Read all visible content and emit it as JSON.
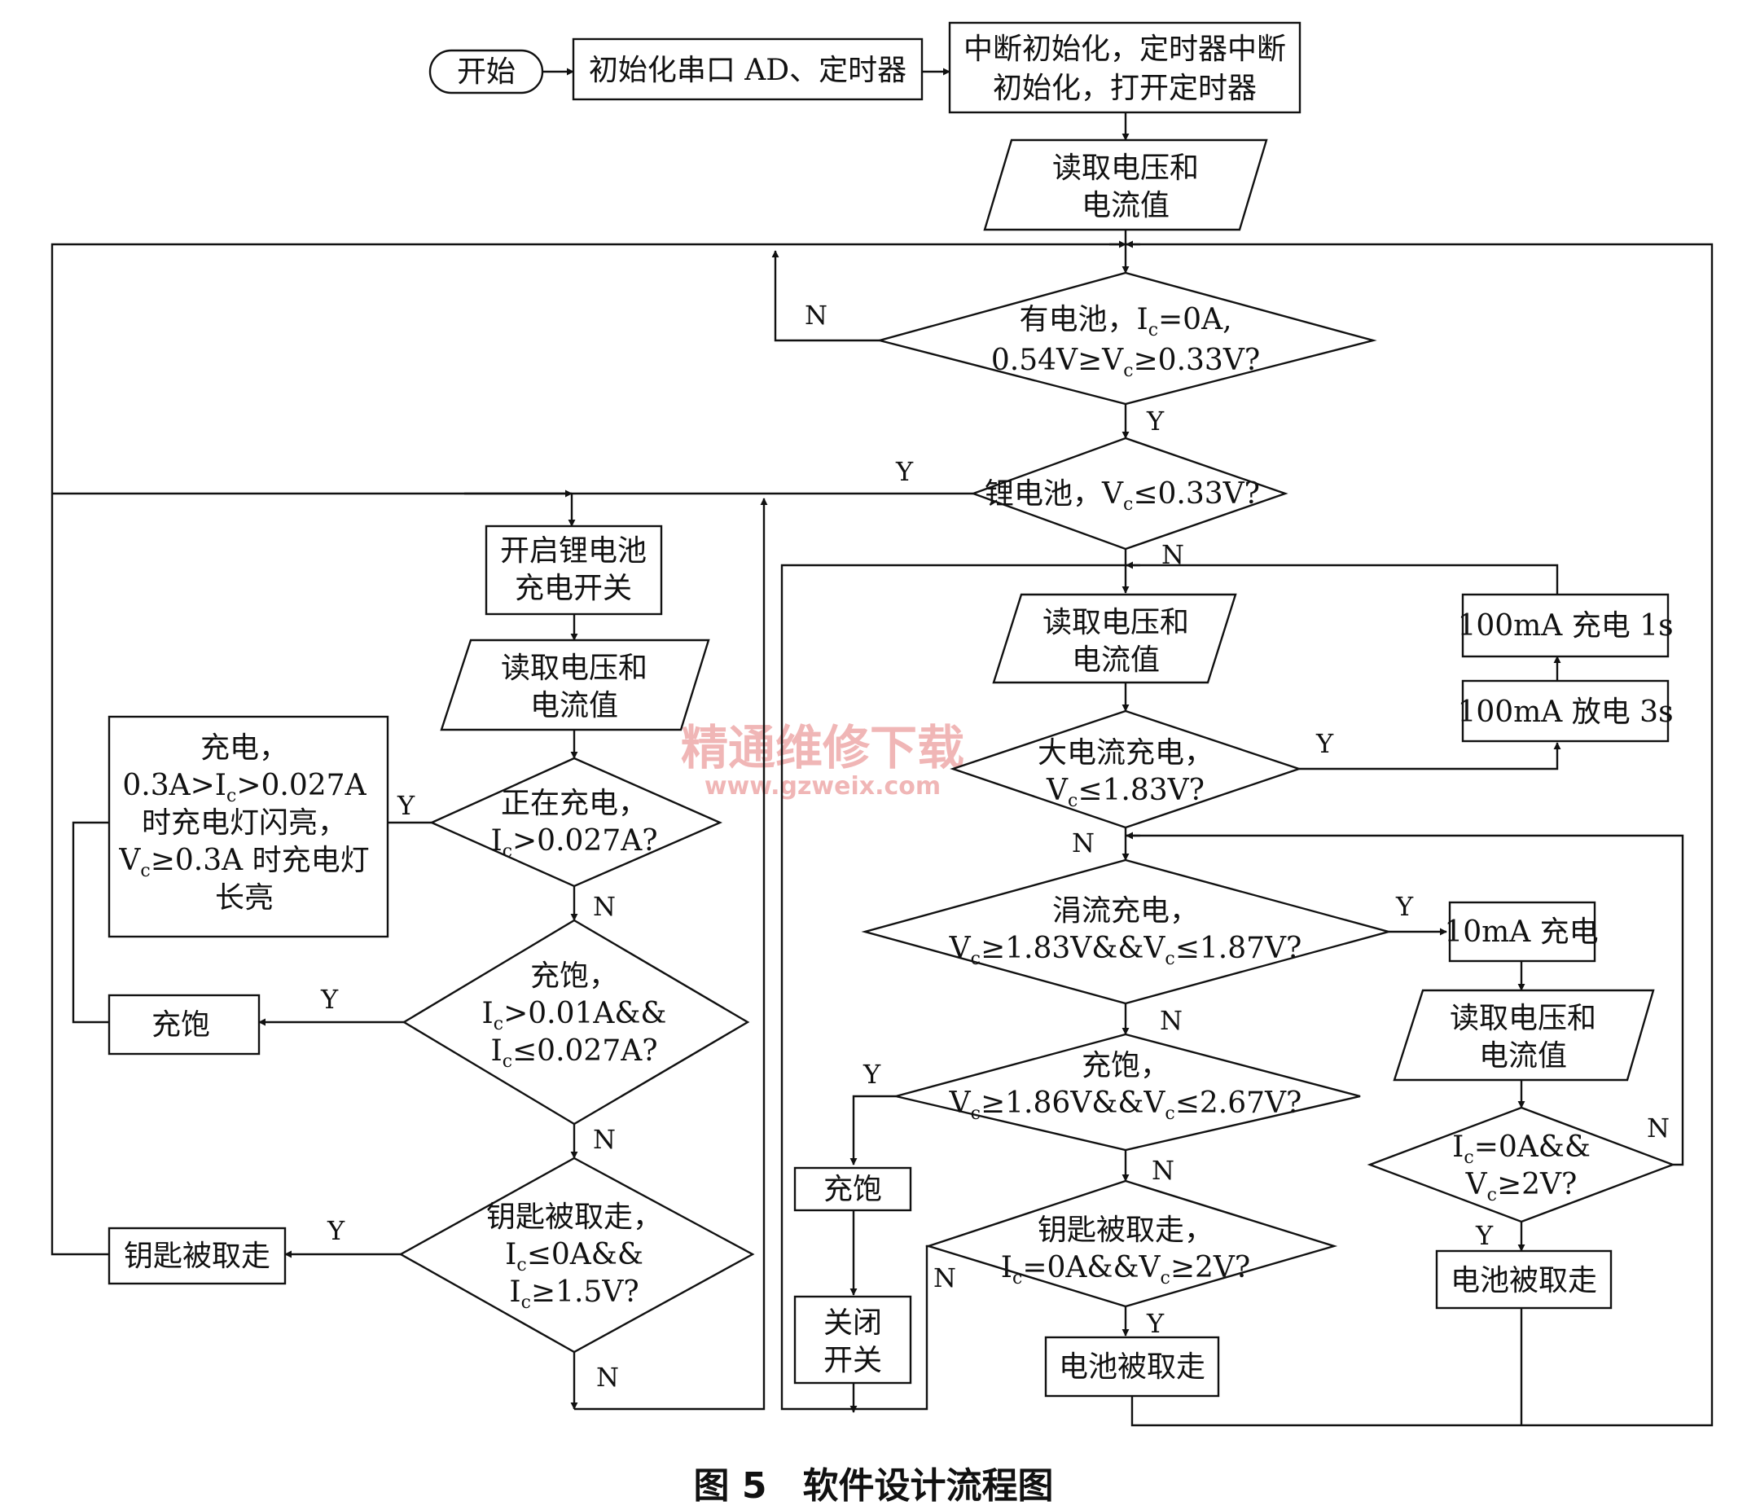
{
  "figure": {
    "caption": "图 5　软件设计流程图"
  },
  "watermark": {
    "cn": "精通维修下载",
    "url": "www.gzweix.com"
  },
  "nodes": {
    "start": "开始",
    "init_ad": "初始化串口 AD、定时器",
    "init_int": [
      "中断初始化，定时器中断",
      "初始化，打开定时器"
    ],
    "read1": [
      "读取电压和",
      "电流值"
    ],
    "d_battery": [
      "有电池，I<sub>c</sub>=0A,",
      "0.54V≥V<sub>c</sub>≥0.33V?"
    ],
    "d_lithium": [
      "锂电池，V<sub>c</sub>≤0.33V?"
    ],
    "open_switch": [
      "开启锂电池",
      "充电开关"
    ],
    "read_li": [
      "读取电压和",
      "电流值"
    ],
    "charging_box": [
      "充电，",
      "0.3A>I<sub>c</sub>>0.027A",
      "时充电灯闪亮，",
      "V<sub>c</sub>≥0.3A 时充电灯",
      "长亮"
    ],
    "d_charging": [
      "正在充电，",
      "I<sub>c</sub>>0.027A?"
    ],
    "full_li": "充饱",
    "d_full_li": [
      "充饱，",
      "I<sub>c</sub>>0.01A&&",
      "I<sub>c</sub>≤0.027A?"
    ],
    "key_removed_li": "钥匙被取走",
    "d_key_li": [
      "钥匙被取走，",
      "I<sub>c</sub>≤0A&&",
      "I<sub>c</sub>≥1.5V?"
    ],
    "read2": [
      "读取电压和",
      "电流值"
    ],
    "pulse_charge": "100mA 充电 1s",
    "pulse_discharge": "100mA 放电 3s",
    "d_big_current": [
      "大电流充电，",
      "V<sub>c</sub>≤1.83V?"
    ],
    "d_trickle": [
      "涓流充电，",
      "V<sub>c</sub>≥1.83V&&V<sub>c</sub>≤1.87V?"
    ],
    "trickle_charge": "10mA 充电",
    "read3": [
      "读取电压和",
      "电流值"
    ],
    "d_removed_right": [
      "I<sub>c</sub>=0A&&",
      "V<sub>c</sub>≥2V?"
    ],
    "battery_removed_right": "电池被取走",
    "d_full_ni": [
      "充饱，",
      "V<sub>c</sub>≥1.86V&&V<sub>c</sub>≤2.67V?"
    ],
    "full_ni": "充饱",
    "close_switch": [
      "关闭",
      "开关"
    ],
    "d_key_ni": [
      "钥匙被取走，",
      "I<sub>c</sub>=0A&&V<sub>c</sub>≥2V?"
    ],
    "battery_removed_mid": "电池被取走"
  },
  "labels": {
    "yes": "Y",
    "no": "N"
  }
}
